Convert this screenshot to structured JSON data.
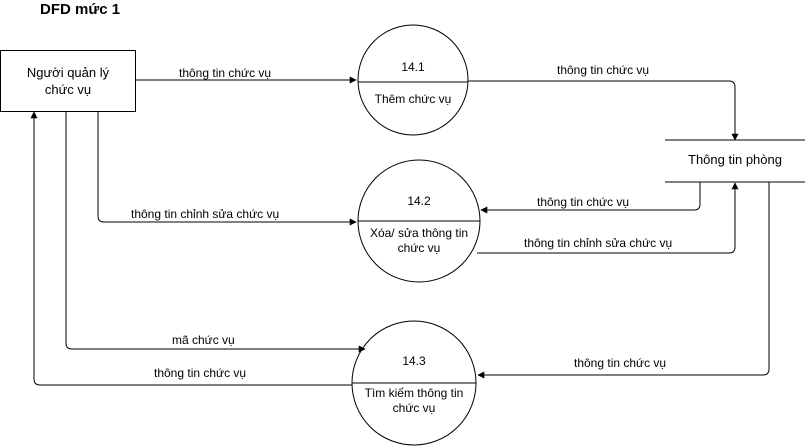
{
  "title": "DFD mức 1",
  "entity": {
    "label": "Người quản lý\nchức vụ"
  },
  "data_store": {
    "label": "Thông tin phòng"
  },
  "processes": [
    {
      "id": "14.1",
      "name": "Thêm chức vụ"
    },
    {
      "id": "14.2",
      "name": "Xóa/ sửa thông tin\nchức vụ"
    },
    {
      "id": "14.3",
      "name": "Tìm kiếm thông tin\nchức vụ"
    }
  ],
  "flows": {
    "entity_to_add": "thông tin chức vụ",
    "add_to_store": "thông tin chức vụ",
    "store_to_edit": "thông tin chức vụ",
    "entity_to_edit": "thông tin chỉnh sửa chức vụ",
    "edit_to_store": "thông tin chỉnh sửa chức vụ",
    "entity_to_search": "mã chức vụ",
    "store_to_search": "thông tin chức vụ",
    "search_to_entity": "thông tin chức vụ"
  }
}
